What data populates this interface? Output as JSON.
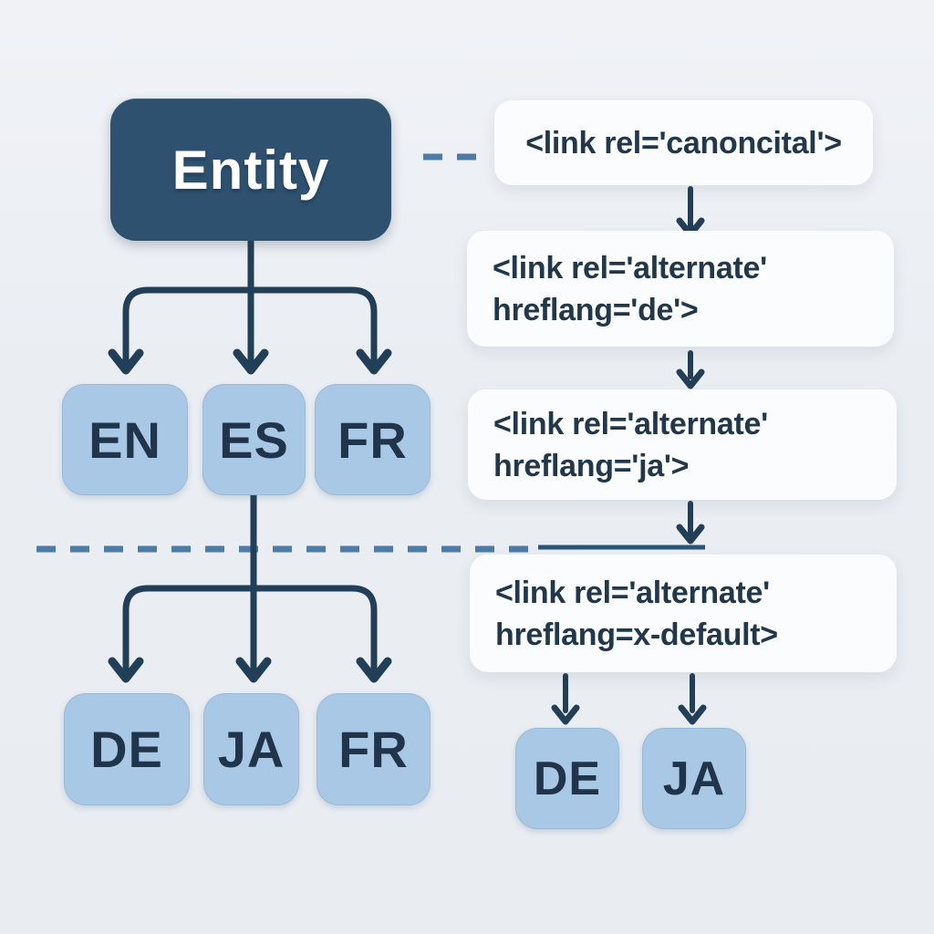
{
  "colors": {
    "background": "#eaeef3",
    "entity_fill": "#2d516f",
    "entity_text": "#ffffff",
    "lang_fill": "#a9c8e6",
    "lang_text": "#203549",
    "arrow": "#223f58",
    "dashed": "#4d7ba8",
    "divider": "#2b5374",
    "code_bg": "#fbfcfe",
    "code_text": "#21374b"
  },
  "entity": {
    "label": "Entity"
  },
  "language_tree": {
    "row1": [
      {
        "label": "EN"
      },
      {
        "label": "ES"
      },
      {
        "label": "FR"
      }
    ],
    "row2": [
      {
        "label": "DE"
      },
      {
        "label": "JA"
      },
      {
        "label": "FR"
      }
    ]
  },
  "code_column": {
    "boxes": [
      {
        "line1": "<link rel='canoncital'>",
        "line2": ""
      },
      {
        "line1": "<link rel='alternate'",
        "line2": "hreflang='de'>"
      },
      {
        "line1": "<link rel='alternate'",
        "line2": "hreflang='ja'>"
      },
      {
        "line1": "<link rel='alternate'",
        "line2": "hreflang=x-default>"
      }
    ],
    "result_nodes": [
      {
        "label": "DE"
      },
      {
        "label": "JA"
      }
    ]
  }
}
